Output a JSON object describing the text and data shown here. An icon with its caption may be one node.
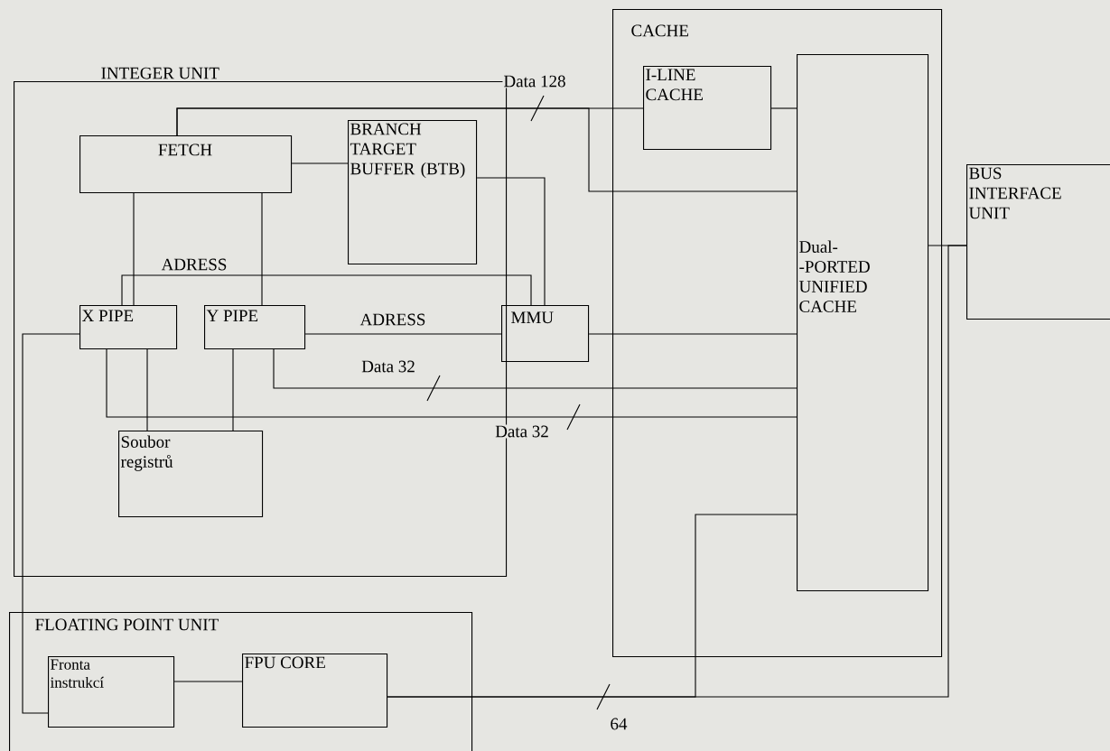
{
  "diagram": {
    "nodes": [
      {
        "text": [
          "INTEGER UNIT"
        ]
      },
      {
        "text": [
          "FETCH"
        ],
        "in": 0
      },
      {
        "text": [
          "BRANCH TARGET BUFFER (BTB)"
        ],
        "in": 0
      },
      {
        "text": [
          "X PIPE"
        ],
        "in": 0
      },
      {
        "text": [
          "Y PIPE"
        ],
        "in": 0
      },
      {
        "text": [
          "MMU"
        ]
      },
      {
        "text": [
          "Soubor registrů"
        ],
        "in": 0
      },
      {
        "text": [
          "CACHE"
        ]
      },
      {
        "text": [
          "I-LINE CACHE"
        ],
        "in": 7
      },
      {
        "text": [
          "Dual- -PORTED UNIFIED CACHE"
        ],
        "in": 7
      },
      {
        "text": [
          "BUS INTERFACE UNIT"
        ]
      },
      {
        "text": [
          "FLOATING POINT UNIT"
        ]
      },
      {
        "text": [
          "Fronta instrukcí"
        ],
        "in": 11
      },
      {
        "text": [
          "FPU CORE"
        ],
        "in": 11
      }
    ],
    "edges": [
      {
        "from": 1,
        "to": 8,
        "arrow": "none",
        "label": "Data 128"
      },
      {
        "from": 1,
        "to": 9,
        "arrow": "none"
      },
      {
        "from": 1,
        "to": 2,
        "arrow": "none"
      },
      {
        "from": 2,
        "to": 5,
        "arrow": "none"
      },
      {
        "from": 1,
        "to": 3,
        "arrow": "none"
      },
      {
        "from": 1,
        "to": 4,
        "arrow": "none"
      },
      {
        "from": 3,
        "to": 5,
        "arrow": "none",
        "label": "ADRESS"
      },
      {
        "from": 4,
        "to": 5,
        "arrow": "none",
        "label": "ADRESS"
      },
      {
        "from": 5,
        "to": 9,
        "arrow": "none"
      },
      {
        "from": 8,
        "to": 9,
        "arrow": "none"
      },
      {
        "from": 4,
        "to": 9,
        "arrow": "none",
        "label": "Data 32"
      },
      {
        "from": 3,
        "to": 9,
        "arrow": "none",
        "label": "Data 32"
      },
      {
        "from": 3,
        "to": 6,
        "arrow": "none"
      },
      {
        "from": 4,
        "to": 6,
        "arrow": "none"
      },
      {
        "from": 3,
        "to": 12,
        "arrow": "none"
      },
      {
        "from": 12,
        "to": 13,
        "arrow": "none"
      },
      {
        "from": 13,
        "to": 9,
        "arrow": "none",
        "label": "64"
      },
      {
        "from": 13,
        "to": 10,
        "arrow": "none"
      },
      {
        "from": 9,
        "to": 10,
        "arrow": "none"
      }
    ]
  }
}
